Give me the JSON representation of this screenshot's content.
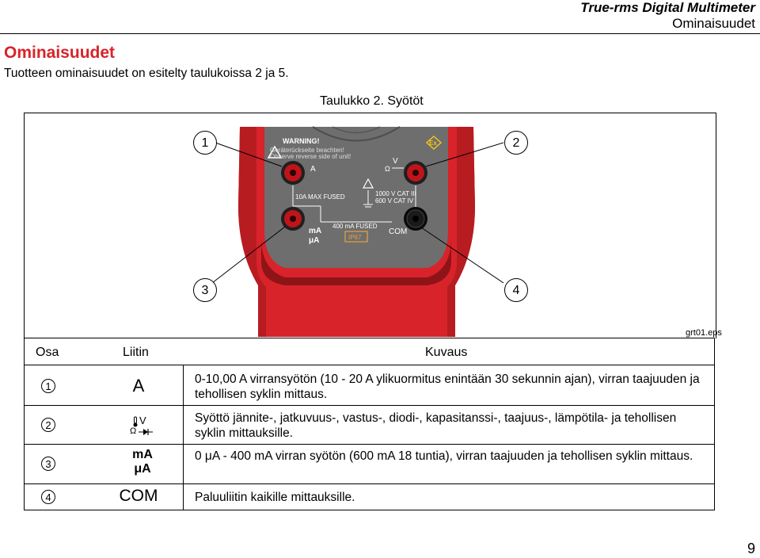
{
  "header": {
    "title": "True-rms Digital Multimeter",
    "subtitle": "Ominaisuudet"
  },
  "section": {
    "title": "Ominaisuudet",
    "intro": "Tuotteen ominaisuudet on esitelty taulukoissa 2 ja 5."
  },
  "table_caption": "Taulukko 2. Syötöt",
  "figure": {
    "id": "grt01.eps",
    "callouts": [
      "1",
      "2",
      "3",
      "4"
    ],
    "labels": {
      "warning": "WARNING!",
      "warning_de": "Geräterückseite beachten!",
      "warning_en": "Observe reverse side of unit!",
      "jack_a": "A",
      "jack_v": "V",
      "jack_ohm": "Ω",
      "fuse_10a": "10A MAX FUSED",
      "cat_1000": "1000 V CAT III",
      "cat_600": "600 V CAT IV",
      "fuse_400": "400 mA FUSED",
      "ma": "mA",
      "ua": "μA",
      "ip": "IP67",
      "com": "COM",
      "ex": "Ex"
    },
    "colors": {
      "body_red": "#d8232a",
      "dark_red": "#8e1418",
      "panel_gray": "#6e6e6e",
      "jack_red": "#c0141b",
      "jack_black": "#1a1a1a",
      "ip_orange": "#e9a23b"
    }
  },
  "table": {
    "headers": {
      "part": "Osa",
      "connector": "Liitin",
      "description": "Kuvaus"
    },
    "rows": [
      {
        "num": "1",
        "connector": "A",
        "description": "0-10,00 A virransyötön (10 - 20 A ylikuormitus enintään 30 sekunnin ajan), virran taajuuden ja tehollisen syklin mittaus."
      },
      {
        "num": "2",
        "connector_top": "V",
        "connector_bottom": "Ω",
        "description": "Syöttö jännite-, jatkuvuus-, vastus-, diodi-, kapasitanssi-, taajuus-, lämpötila- ja tehollisen syklin mittauksille."
      },
      {
        "num": "3",
        "connector_top": "mA",
        "connector_bottom": "μA",
        "description": "0 μA - 400 mA virran syötön (600 mA 18 tuntia), virran taajuuden ja tehollisen syklin mittaus."
      },
      {
        "num": "4",
        "connector": "COM",
        "description": "Paluuliitin kaikille mittauksille."
      }
    ]
  },
  "page_number": "9"
}
